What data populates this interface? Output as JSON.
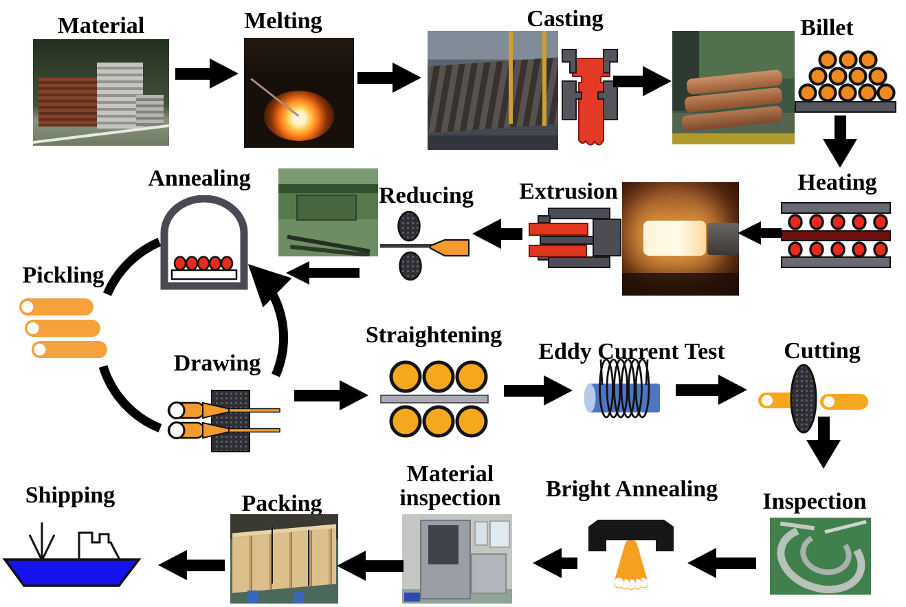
{
  "diagram": {
    "steps": {
      "material": {
        "label": "Material"
      },
      "melting": {
        "label": "Melting"
      },
      "casting": {
        "label": "Casting"
      },
      "billet": {
        "label": "Billet"
      },
      "heating": {
        "label": "Heating"
      },
      "extrusion": {
        "label": "Extrusion"
      },
      "reducing": {
        "label": "Reducing"
      },
      "annealing": {
        "label": "Annealing"
      },
      "pickling": {
        "label": "Pickling"
      },
      "drawing": {
        "label": "Drawing"
      },
      "straightening": {
        "label": "Straightening"
      },
      "eddy_current_test": {
        "label": "Eddy Current Test"
      },
      "cutting": {
        "label": "Cutting"
      },
      "inspection": {
        "label": "Inspection"
      },
      "bright_annealing": {
        "label": "Bright Annealing"
      },
      "material_inspection": {
        "label": "Material inspection",
        "line1": "Material",
        "line2": "inspection"
      },
      "packing": {
        "label": "Packing"
      },
      "shipping": {
        "label": "Shipping"
      }
    },
    "flow_sequence": [
      "Material",
      "Melting",
      "Casting",
      "Billet",
      "Heating",
      "Extrusion",
      "Reducing",
      "Annealing",
      "Pickling",
      "Drawing",
      "Straightening",
      "Eddy Current Test",
      "Cutting",
      "Inspection",
      "Bright Annealing",
      "Material inspection",
      "Packing",
      "Shipping"
    ],
    "recycle_loop": [
      "Annealing",
      "Pickling",
      "Drawing"
    ],
    "palette": {
      "tube_orange": "#F5A01E",
      "hot_red": "#E8291C",
      "casting_red": "#E23A24",
      "steel_gray": "#55555E",
      "eddy_blue": "#4F74C4",
      "ship_blue": "#1512EE",
      "arrow_black": "#000000"
    }
  }
}
